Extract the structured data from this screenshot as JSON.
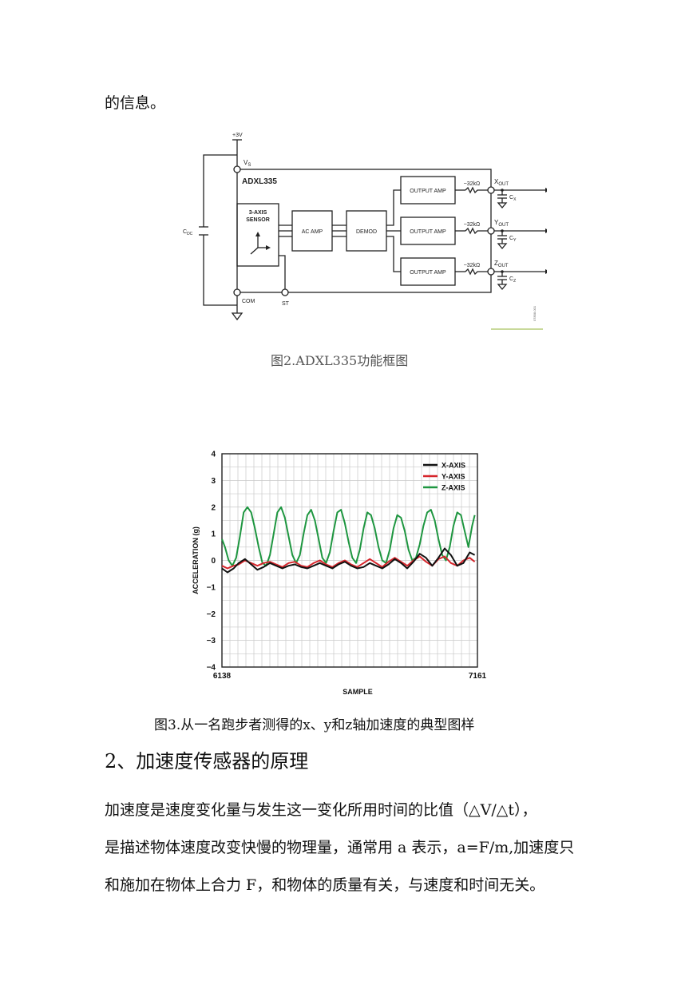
{
  "intro_text": "的信息。",
  "block_diagram": {
    "supply": "+3V",
    "vs": "V",
    "vs_sub": "S",
    "chip": "ADXL335",
    "sensor_line1": "3-AXIS",
    "sensor_line2": "SENSOR",
    "ac_amp": "AC AMP",
    "demod": "DEMOD",
    "output_amp": "OUTPUT AMP",
    "resistor": "~32kΩ",
    "cdc": "C",
    "cdc_sub": "DC",
    "com": "COM",
    "st": "ST",
    "outputs": [
      {
        "pin": "X",
        "pin_sub": "OUT",
        "cap": "C",
        "cap_sub": "X"
      },
      {
        "pin": "Y",
        "pin_sub": "OUT",
        "cap": "C",
        "cap_sub": "Y"
      },
      {
        "pin": "Z",
        "pin_sub": "OUT",
        "cap": "C",
        "cap_sub": "Z"
      }
    ],
    "code": "07808-001"
  },
  "fig2_caption": "图2.ADXL335功能框图",
  "chart_data": {
    "type": "line",
    "xlabel": "SAMPLE",
    "ylabel": "ACCELERATION (g)",
    "xlim": [
      6138,
      7161
    ],
    "ylim": [
      -4,
      4
    ],
    "x_tick_labels": [
      "6138",
      "7161"
    ],
    "y_ticks": [
      4,
      3,
      2,
      1,
      0,
      -1,
      -2,
      -3,
      -4
    ],
    "y_tick_labels": [
      "4",
      "3",
      "2",
      "1",
      "0",
      "−1",
      "−2",
      "−3",
      "−4"
    ],
    "grid": true,
    "legend_position": "top-right",
    "series": [
      {
        "name": "X-AXIS",
        "color": "#111111",
        "x": [
          6138,
          6160,
          6185,
          6205,
          6230,
          6255,
          6280,
          6305,
          6330,
          6355,
          6380,
          6405,
          6430,
          6455,
          6480,
          6505,
          6530,
          6555,
          6580,
          6605,
          6630,
          6655,
          6680,
          6705,
          6730,
          6755,
          6780,
          6805,
          6830,
          6855,
          6880,
          6905,
          6930,
          6955,
          6980,
          7005,
          7030,
          7055,
          7080,
          7105,
          7130,
          7150
        ],
        "values": [
          -0.3,
          -0.45,
          -0.3,
          -0.1,
          0.05,
          -0.15,
          -0.35,
          -0.25,
          -0.1,
          -0.2,
          -0.3,
          -0.2,
          -0.15,
          -0.25,
          -0.3,
          -0.2,
          -0.1,
          -0.2,
          -0.3,
          -0.15,
          -0.05,
          -0.2,
          -0.3,
          -0.25,
          -0.1,
          -0.2,
          -0.3,
          -0.15,
          0.05,
          -0.1,
          -0.3,
          -0.05,
          0.25,
          0.1,
          -0.2,
          0.1,
          0.45,
          0.2,
          -0.2,
          -0.1,
          0.3,
          0.2
        ]
      },
      {
        "name": "Y-AXIS",
        "color": "#d6252b",
        "x": [
          6138,
          6160,
          6185,
          6205,
          6230,
          6255,
          6280,
          6305,
          6330,
          6355,
          6380,
          6405,
          6430,
          6455,
          6480,
          6505,
          6530,
          6555,
          6580,
          6605,
          6630,
          6655,
          6680,
          6705,
          6730,
          6755,
          6780,
          6805,
          6830,
          6855,
          6880,
          6905,
          6930,
          6955,
          6980,
          7005,
          7030,
          7055,
          7080,
          7105,
          7130,
          7150
        ],
        "values": [
          -0.2,
          -0.3,
          -0.2,
          -0.15,
          0.0,
          -0.1,
          -0.2,
          -0.1,
          -0.05,
          -0.15,
          -0.25,
          -0.1,
          -0.05,
          -0.2,
          -0.25,
          -0.1,
          0.0,
          -0.15,
          -0.25,
          -0.1,
          0.0,
          -0.15,
          -0.25,
          -0.1,
          0.05,
          -0.1,
          -0.25,
          -0.05,
          0.1,
          -0.05,
          -0.2,
          0.0,
          0.15,
          -0.05,
          -0.2,
          0.05,
          0.15,
          -0.1,
          -0.2,
          0.0,
          0.1,
          -0.05
        ]
      },
      {
        "name": "Z-AXIS",
        "color": "#1e9640",
        "x": [
          6138,
          6150,
          6165,
          6180,
          6195,
          6210,
          6225,
          6240,
          6255,
          6270,
          6285,
          6300,
          6315,
          6330,
          6345,
          6360,
          6375,
          6390,
          6405,
          6420,
          6435,
          6450,
          6465,
          6480,
          6495,
          6510,
          6525,
          6540,
          6555,
          6570,
          6585,
          6600,
          6615,
          6630,
          6645,
          6660,
          6675,
          6690,
          6705,
          6720,
          6735,
          6750,
          6765,
          6780,
          6795,
          6810,
          6825,
          6840,
          6855,
          6870,
          6885,
          6900,
          6915,
          6930,
          6945,
          6960,
          6975,
          6990,
          7005,
          7020,
          7035,
          7050,
          7065,
          7080,
          7095,
          7110,
          7125,
          7140,
          7150
        ],
        "values": [
          0.8,
          0.5,
          0.0,
          -0.2,
          0.1,
          0.9,
          1.8,
          2.0,
          1.8,
          1.2,
          0.5,
          -0.1,
          -0.2,
          0.2,
          1.0,
          1.8,
          2.0,
          1.6,
          0.9,
          0.2,
          -0.1,
          0.2,
          1.0,
          1.7,
          1.9,
          1.5,
          0.8,
          0.1,
          -0.1,
          0.3,
          1.1,
          1.8,
          1.9,
          1.4,
          0.7,
          0.1,
          -0.1,
          0.4,
          1.2,
          1.8,
          1.7,
          1.2,
          0.5,
          0.0,
          -0.1,
          0.4,
          1.2,
          1.7,
          1.6,
          1.1,
          0.4,
          0.0,
          0.1,
          0.6,
          1.3,
          1.8,
          1.9,
          1.5,
          0.8,
          0.2,
          0.0,
          0.5,
          1.3,
          1.8,
          1.7,
          1.1,
          0.5,
          1.3,
          1.7
        ]
      }
    ]
  },
  "fig3_caption": "图3.从一名跑步者测得的x、y和z轴加速度的典型图样",
  "section_heading": "2、加速度传感器的原理",
  "body_lines": [
    "加速度是速度变化量与发生这一变化所用时间的比值（△V/△t），",
    "是描述物体速度改变快慢的物理量，通常用 a 表示，a=F/m,加速度只",
    "和施加在物体上合力 F，和物体的质量有关，与速度和时间无关。"
  ]
}
